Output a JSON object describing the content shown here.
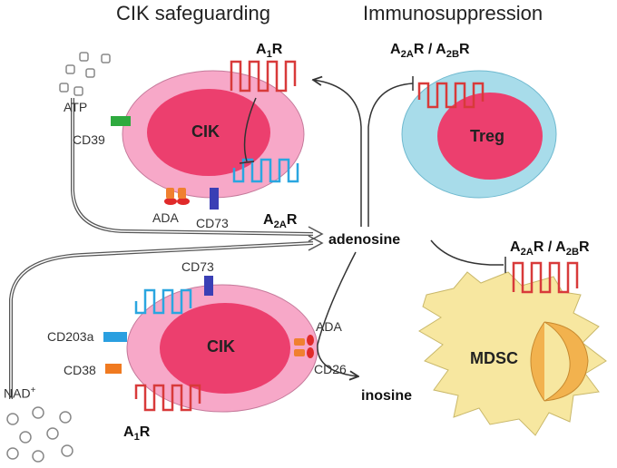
{
  "titles": {
    "left": "CIK safeguarding",
    "right": "Immunosuppression"
  },
  "cells": {
    "cik_top": "CIK",
    "cik_bottom": "CIK",
    "treg": "Treg",
    "mdsc": "MDSC"
  },
  "labels": {
    "atp": "ATP",
    "cd39": "CD39",
    "ada_top": "ADA",
    "cd73_top": "CD73",
    "cd73_bottom": "CD73",
    "cd203a": "CD203a",
    "cd38": "CD38",
    "ada_bottom": "ADA",
    "cd26": "CD26",
    "nad": "NAD",
    "nad_sup": "+",
    "adenosine": "adenosine",
    "inosine": "inosine"
  },
  "receptors": {
    "a1r_top": {
      "base": "A",
      "sub": "1",
      "suffix": "R"
    },
    "a2ar_top": {
      "base": "A",
      "sub": "2A",
      "suffix": "R"
    },
    "a1r_bottom": {
      "base": "A",
      "sub": "1",
      "suffix": "R"
    },
    "treg_receptors": {
      "a": "A",
      "a_sub": "2A",
      "a_suffix": "R / ",
      "b": "A",
      "b_sub": "2B",
      "b_suffix": "R"
    },
    "mdsc_receptors": {
      "a": "A",
      "a_sub": "2A",
      "a_suffix": "R / ",
      "b": "A",
      "b_sub": "2B",
      "b_suffix": "R"
    }
  },
  "colors": {
    "cik_outer": "#f7a8c8",
    "cik_nucleus": "#ec3f6e",
    "treg_outer": "#a8dcea",
    "treg_nucleus": "#ec3f6e",
    "mdsc_body": "#f7e7a0",
    "mdsc_nucleus": "#f2b24e",
    "receptor_red": "#d83a3a",
    "receptor_blue": "#2aa6e0",
    "cd39_green": "#2eaa3e",
    "cd73_navy": "#3a3fb5",
    "cd203a_cyan": "#2a9fe0",
    "cd38_orange": "#f07a20",
    "ada_orange": "#f08030",
    "ada_red": "#e02a2a"
  }
}
